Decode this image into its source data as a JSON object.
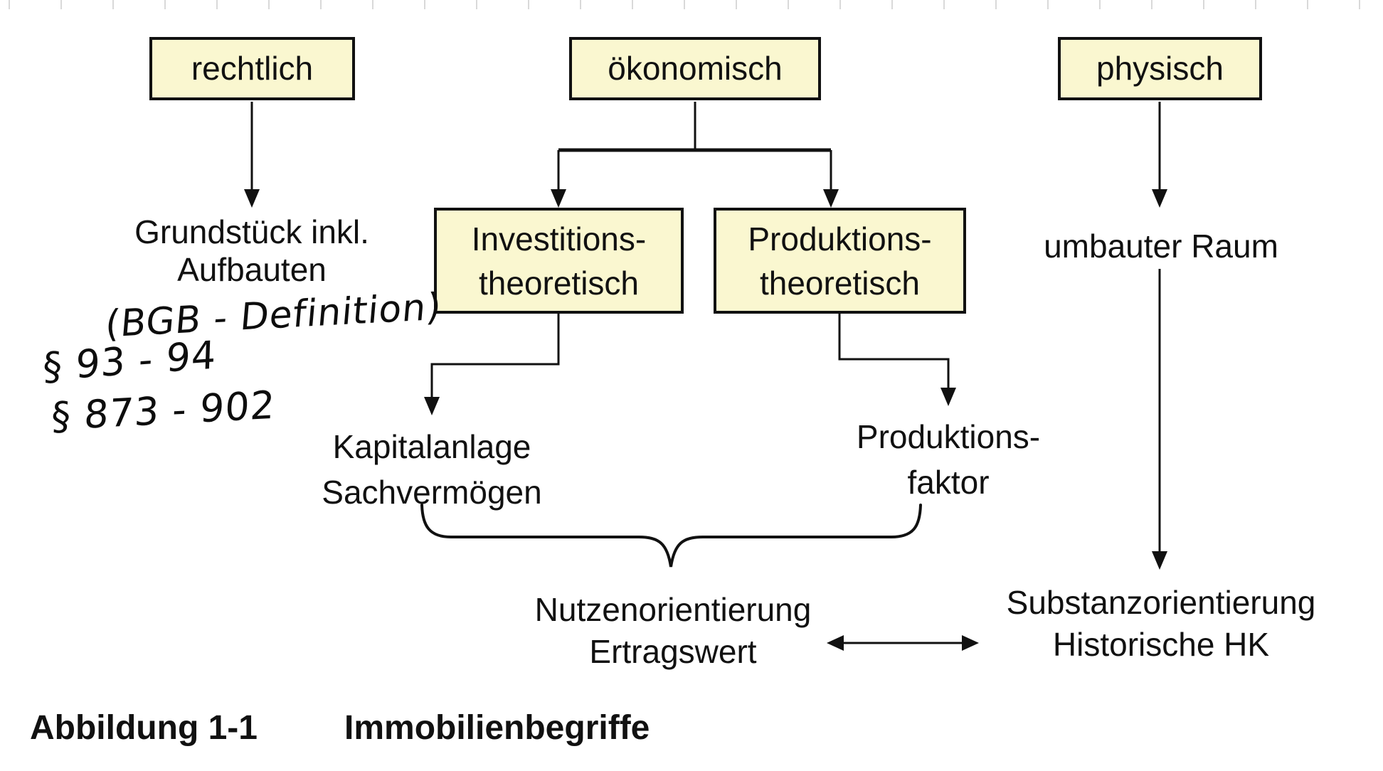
{
  "figure": {
    "top_boxes": [
      {
        "label": "rechtlich"
      },
      {
        "label": "ökonomisch"
      },
      {
        "label": "physisch"
      }
    ],
    "mid_boxes": [
      {
        "line1": "Investitions-",
        "line2": "theoretisch"
      },
      {
        "line1": "Produktions-",
        "line2": "theoretisch"
      }
    ],
    "labels": {
      "grundstueck_line1": "Grundstück inkl.",
      "grundstueck_line2": "Aufbauten",
      "umbauter_raum": "umbauter Raum",
      "kapitalanlage_line1": "Kapitalanlage",
      "kapitalanlage_line2": "Sachvermögen",
      "produktionsfaktor_line1": "Produktions-",
      "produktionsfaktor_line2": "faktor",
      "nutzen_line1": "Nutzenorientierung",
      "nutzen_line2": "Ertragswert",
      "substanz_line1": "Substanzorientierung",
      "substanz_line2": "Historische HK"
    },
    "handwriting": {
      "bgb_note": "(BGB - Definition)",
      "paragraph_93_94": "§ 93 - 94",
      "paragraph_873_902": "§ 873 - 902"
    },
    "caption": {
      "label": "Abbildung 1-1",
      "title": "Immobilienbegriffe"
    },
    "colors": {
      "box_fill": "#faf7d0",
      "box_border": "#111111",
      "line": "#111111",
      "ruler_tick": "#d9d9d9",
      "background": "#ffffff"
    }
  }
}
